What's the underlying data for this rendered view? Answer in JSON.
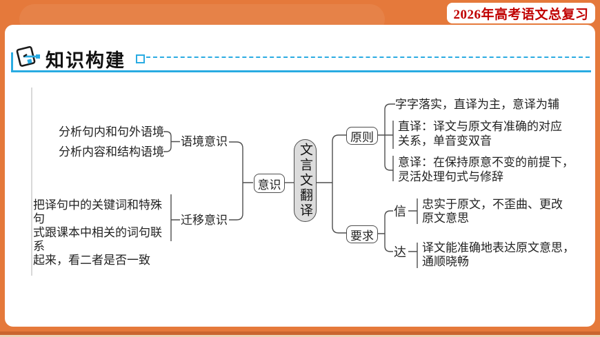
{
  "badge": {
    "label": "2026年高考语文总复习"
  },
  "header": {
    "title": "知识构建"
  },
  "colors": {
    "frame_orange": "#e5793b",
    "accent_cyan": "#29abe2",
    "badge_red": "#c00000",
    "capsule_fill": "#dcdcdc",
    "connector_gray": "#4d4d4d"
  },
  "mindmap": {
    "center_node": "文言文翻译",
    "level1": {
      "awareness": "意识",
      "principles": "原则",
      "requirements": "要求"
    },
    "awareness_branch": {
      "context_node": "语境意识",
      "context_leaves": [
        "分析句内和句外语境",
        "分析内容和结构语境"
      ],
      "transfer_node": "迁移意识",
      "transfer_leaf": "把译句中的关键词和特殊句\n式跟课本中相关的词句联系\n起来，看二者是否一致"
    },
    "principles_branch": {
      "items": [
        "字字落实，直译为主，意译为辅",
        "直译：译文与原文有准确的对应\n关系，单音变双音",
        "意译：在保持原意不变的前提下，\n灵活处理句式与修辞"
      ]
    },
    "requirements_branch": {
      "items": [
        {
          "term": "信",
          "desc": "忠实于原文，不歪曲、更改\n原文意思"
        },
        {
          "term": "达",
          "desc": "译文能准确地表达原文意思，\n通顺晓畅"
        }
      ]
    }
  }
}
